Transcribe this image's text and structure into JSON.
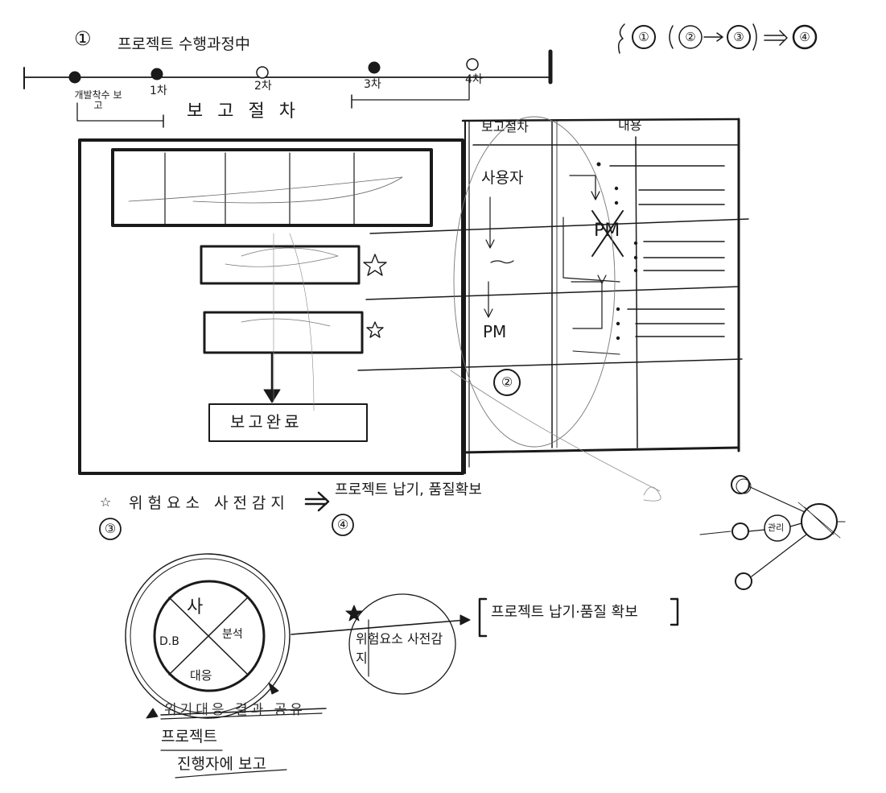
{
  "timeline": {
    "section_number": "①",
    "title": "프로젝트 수행과정中",
    "milestones": [
      {
        "label": "개발착수 보고"
      },
      {
        "label": "1차"
      },
      {
        "label": "2차"
      },
      {
        "label": "3차"
      },
      {
        "label": "4차"
      }
    ],
    "bracket_label": "보고절차"
  },
  "flow_summary": {
    "steps": [
      "①",
      "②",
      "③",
      "④"
    ]
  },
  "wireframe_left": {
    "done_button": "보고완료"
  },
  "wireframe_right": {
    "header_left": "보고절차",
    "header_right": "내용",
    "actor": "사용자",
    "pm": "PM",
    "pm_struck": "PM",
    "circle_number": "②"
  },
  "footnote": {
    "mark": "☆",
    "risk_text": "위험요소 사전감지",
    "arrow": "⟹",
    "result_text": "프로젝트 납기, 품질확보",
    "left_number": "③",
    "right_number": "④"
  },
  "cycle": {
    "quadrants": [
      "사",
      "분석",
      "대응",
      "D.B"
    ],
    "inner_circle_text": "위험요소 사전감지",
    "result_bracket": "프로젝트 납기·품질 확보",
    "note_struck": "위기대응 결과 공유",
    "note_line1": "프로젝트",
    "note_line2": "진행자에 보고"
  },
  "network": {
    "center_label": "관리"
  }
}
